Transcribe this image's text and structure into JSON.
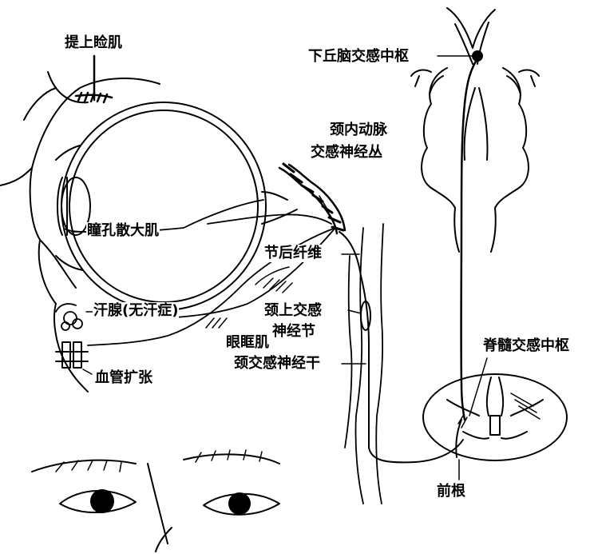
{
  "labels": {
    "levator": "提上睑肌",
    "hypothalamus": "下丘脑交感中枢",
    "carotid_line1": "颈内动脉",
    "carotid_line2": "交感神经丛",
    "dilator": "瞳孔散大肌",
    "postganglionic": "节后纤维",
    "sweat_gland": "汗腺(无汗症)",
    "sup_ganglion_line1": "颈上交感",
    "sup_ganglion_line2": "神经节",
    "orbital_muscle": "眼眶肌",
    "cervical_trunk": "颈交感神经干",
    "spinal_center": "脊髓交感中枢",
    "vasodilation": "血管扩张",
    "ventral_root": "前根"
  }
}
